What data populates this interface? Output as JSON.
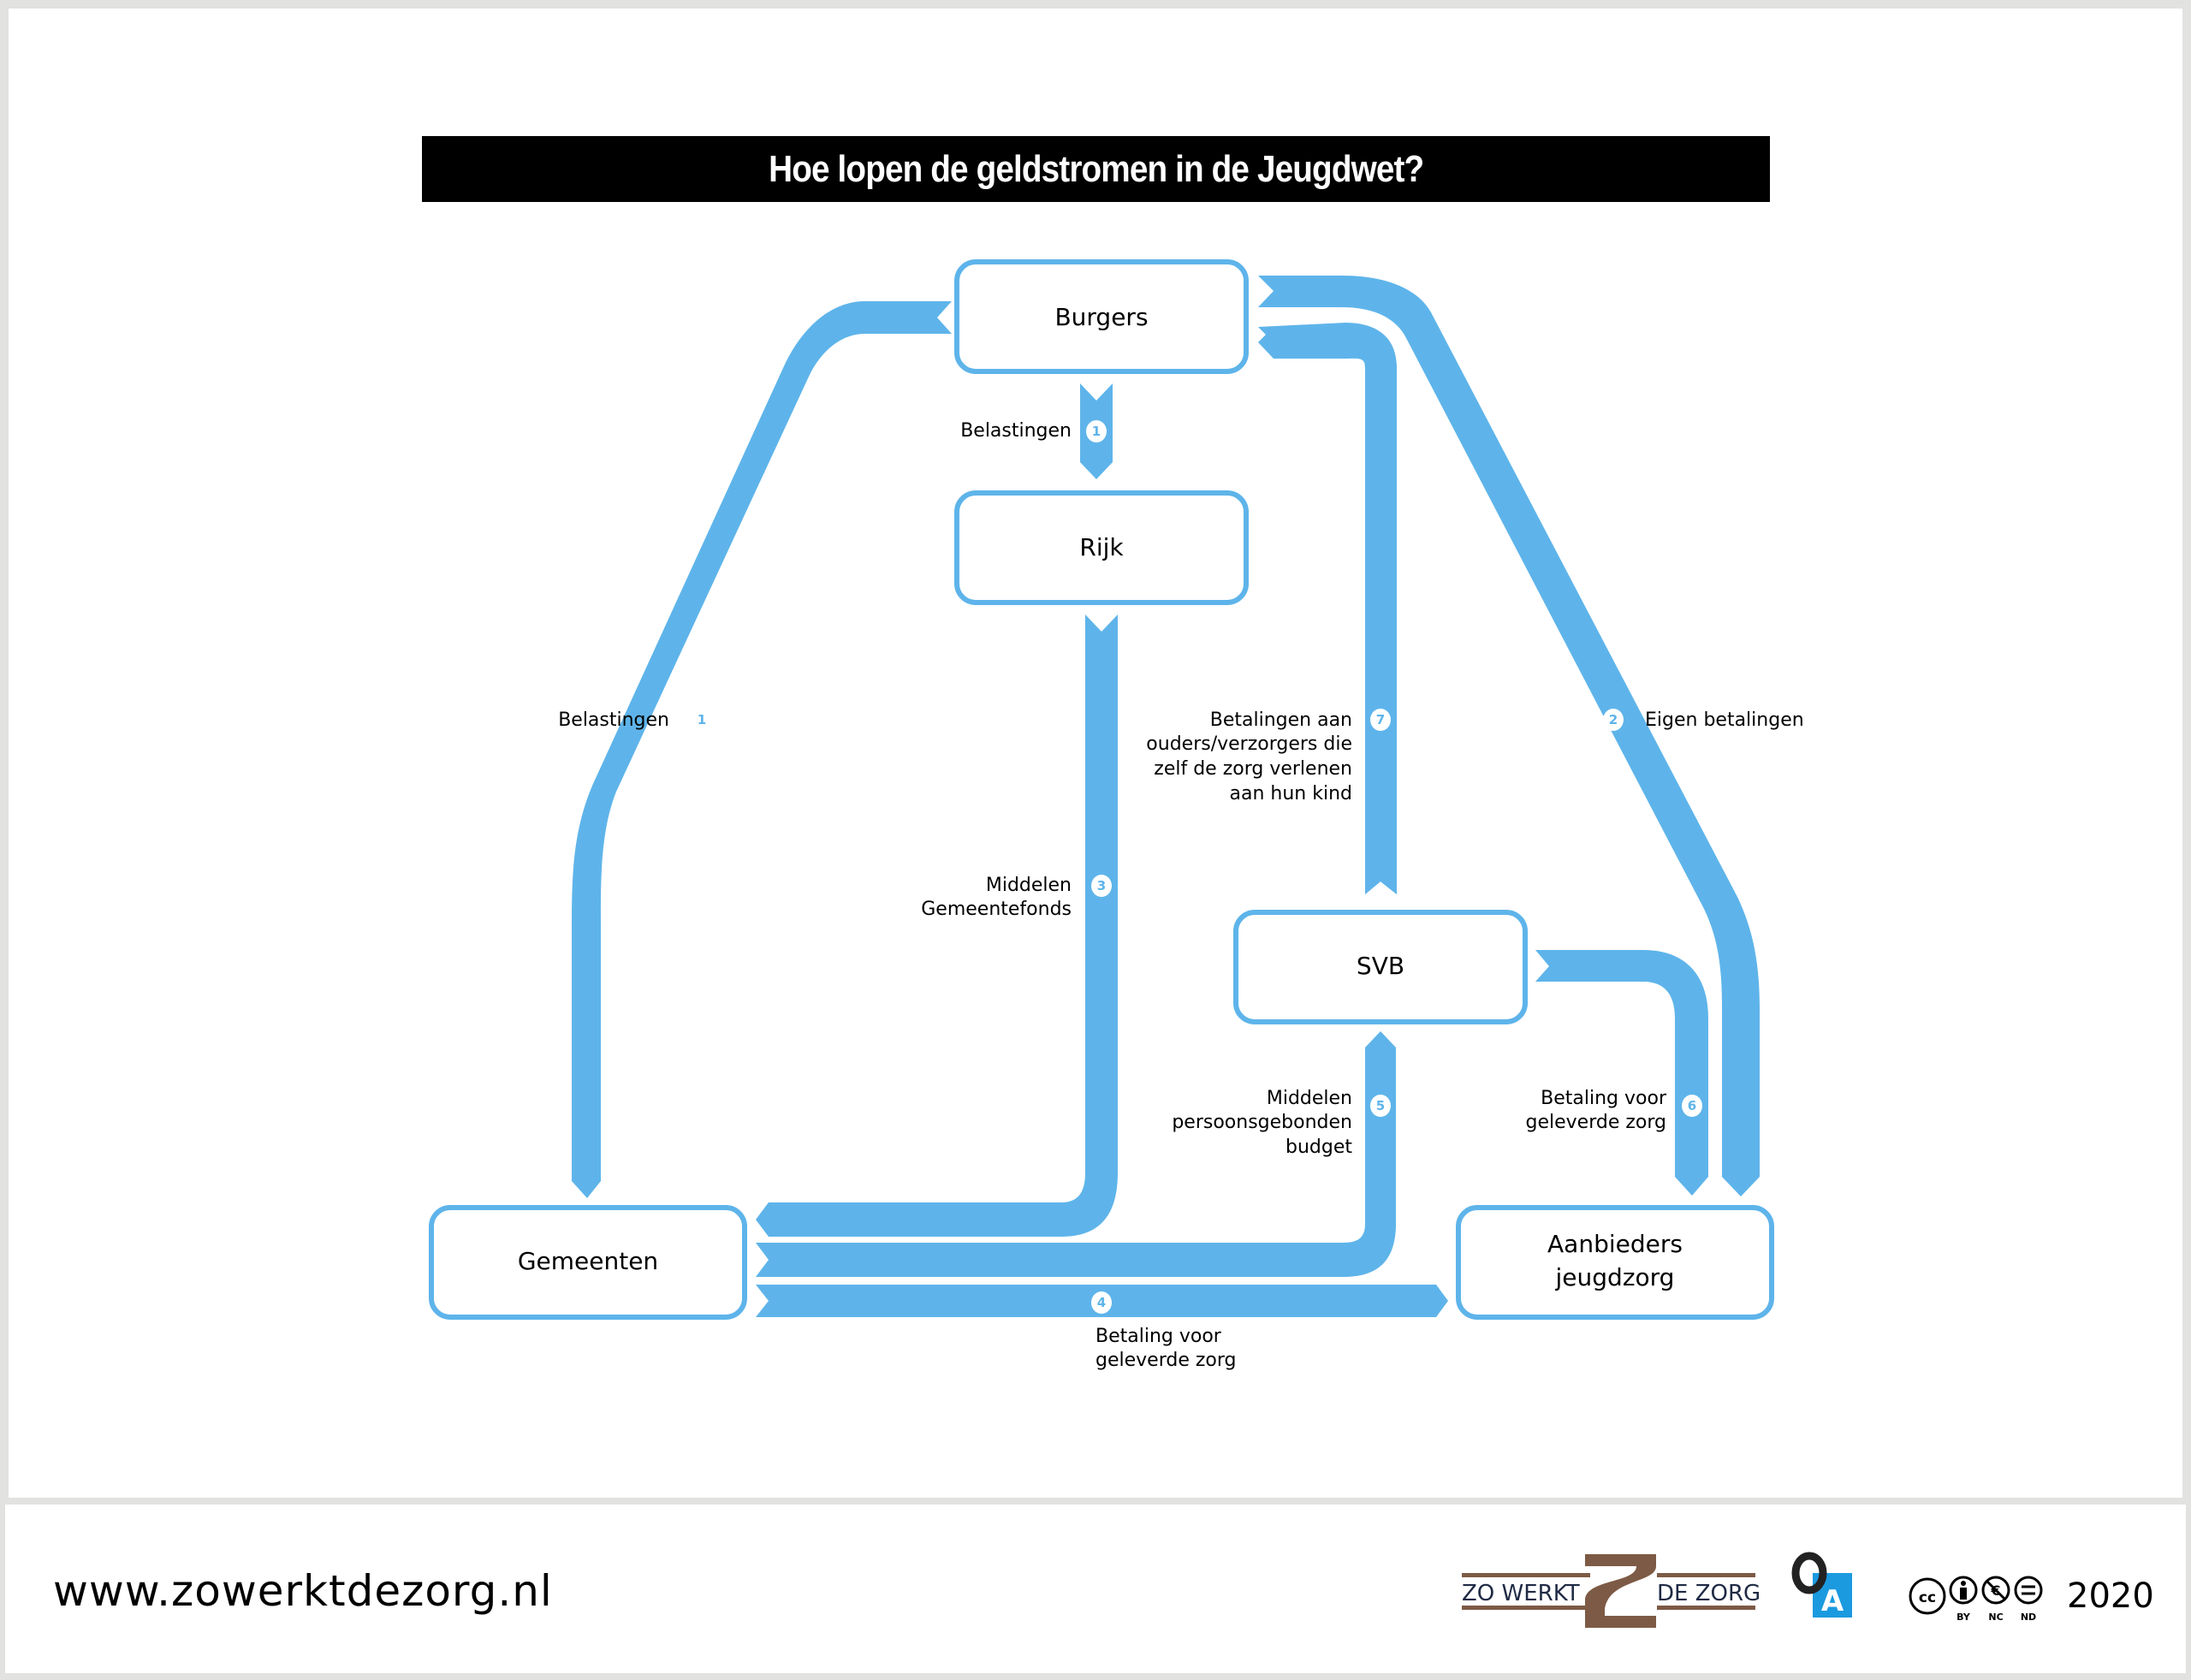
{
  "title": "Hoe lopen de geldstromen in de Jeugdwet?",
  "colors": {
    "flow": "#5eb4ea",
    "node_border": "#5eb4ea",
    "title_bg": "#000000",
    "title_text": "#ffffff",
    "logo_brown": "#7d5a45",
    "logo_navy": "#1f2a44",
    "oa_blue": "#1b9ae0"
  },
  "nodes": {
    "burgers": "Burgers",
    "rijk": "Rijk",
    "gemeenten": "Gemeenten",
    "svb": "SVB",
    "aanbieders_line1": "Aanbieders",
    "aanbieders_line2": "jeugdzorg"
  },
  "flows": [
    {
      "id": "burgers-rijk",
      "number": "1",
      "lines": [
        "Belastingen"
      ]
    },
    {
      "id": "burgers-gemeenten",
      "number": "1",
      "lines": [
        "Belastingen"
      ]
    },
    {
      "id": "aanbieders-burgers",
      "number": "2",
      "lines": [
        "Eigen betalingen"
      ]
    },
    {
      "id": "rijk-gemeenten",
      "number": "3",
      "lines": [
        "Middelen",
        "Gemeentefonds"
      ]
    },
    {
      "id": "gemeenten-aanbieders",
      "number": "4",
      "lines": [
        "Betaling voor",
        "geleverde zorg"
      ]
    },
    {
      "id": "gemeenten-svb",
      "number": "5",
      "lines": [
        "Middelen",
        "persoonsgebonden",
        "budget"
      ]
    },
    {
      "id": "svb-aanbieders",
      "number": "6",
      "lines": [
        "Betaling voor",
        "geleverde zorg"
      ]
    },
    {
      "id": "svb-burgers",
      "number": "7",
      "lines": [
        "Betalingen aan",
        "ouders/verzorgers die",
        "zelf de zorg verlenen",
        "aan hun kind"
      ]
    }
  ],
  "footer": {
    "url": "www.zowerktdezorg.nl",
    "logo_left_text": "ZO WERKT",
    "logo_right_text": "DE ZORG",
    "oa_letter": "A",
    "cc_labels": [
      "BY",
      "NC",
      "ND"
    ],
    "cc_text": "cc",
    "year": "2020"
  }
}
